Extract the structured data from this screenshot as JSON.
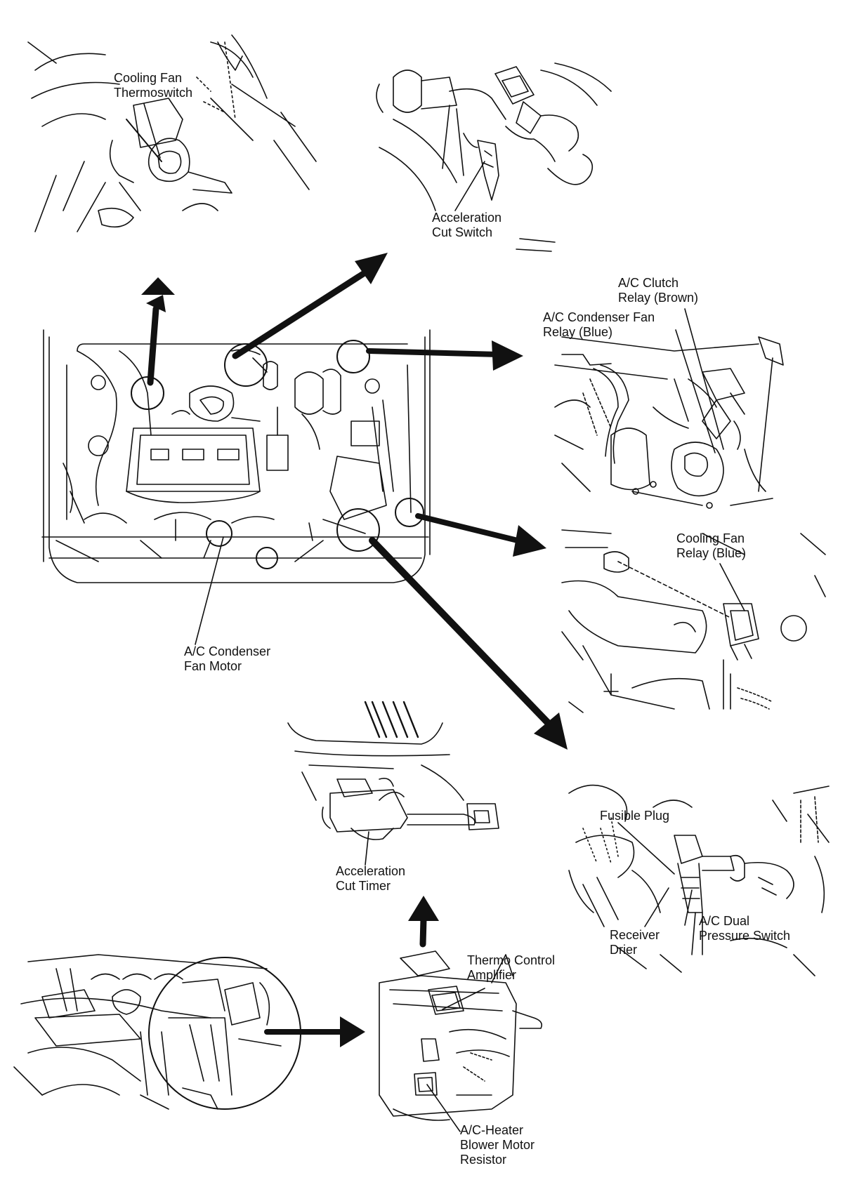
{
  "labels": {
    "cooling_fan_thermoswitch": [
      "Cooling Fan",
      "Thermoswitch"
    ],
    "acceleration_cut_switch": [
      "Acceleration",
      "Cut Switch"
    ],
    "ac_clutch_relay": [
      "A/C Clutch",
      "Relay (Brown)"
    ],
    "ac_condenser_fan_relay": [
      "A/C Condenser Fan",
      "Relay (Blue)"
    ],
    "cooling_fan_relay": [
      "Cooling Fan",
      "Relay (Blue)"
    ],
    "ac_condenser_fan_motor": [
      "A/C Condenser",
      "Fan Motor"
    ],
    "acceleration_cut_timer": [
      "Acceleration",
      "Cut Timer"
    ],
    "fusible_plug": [
      "Fusible Plug"
    ],
    "receiver_drier": [
      "Receiver",
      "Drier"
    ],
    "ac_dual_pressure_switch": [
      "A/C Dual",
      "Pressure Switch"
    ],
    "thermo_control_amplifier": [
      "Thermo Control",
      "Amplifier"
    ],
    "ac_heater_blower_motor_resistor": [
      "A/C-Heater",
      "Blower Motor",
      "Resistor"
    ]
  },
  "colors": {
    "ink": "#111111",
    "background": "#ffffff"
  }
}
